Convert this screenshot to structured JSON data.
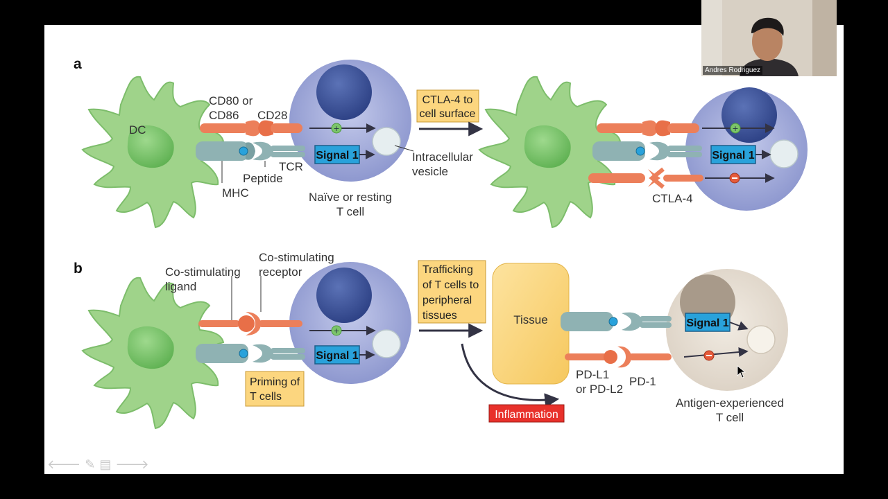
{
  "panel_a": {
    "letter": "a",
    "dc_label": "DC",
    "cd80_line1": "CD80 or",
    "cd80_line2": "CD86",
    "cd28_label": "CD28",
    "mhc_label": "MHC",
    "peptide_label": "Peptide",
    "tcr_label": "TCR",
    "signal1_label": "Signal 1",
    "naive_line1": "Naïve or resting",
    "naive_line2": "T cell",
    "vesicle_line1": "Intracellular",
    "vesicle_line2": "vesicle",
    "ctla_box_line1": "CTLA-4 to",
    "ctla_box_line2": "cell surface",
    "ctla4_label": "CTLA-4",
    "signal1_right": "Signal 1"
  },
  "panel_b": {
    "letter": "b",
    "costim_ligand_line1": "Co-stimulating",
    "costim_ligand_line2": "ligand",
    "costim_receptor_line1": "Co-stimulating",
    "costim_receptor_line2": "receptor",
    "signal1_label": "Signal 1",
    "priming_line1": "Priming of",
    "priming_line2": "T cells",
    "traffic_line1": "Trafficking",
    "traffic_line2": "of T cells to",
    "traffic_line3": "peripheral",
    "traffic_line4": "tissues",
    "tissue_label": "Tissue",
    "inflammation_label": "Inflammation",
    "pdl_line1": "PD-L1",
    "pdl_line2": "or PD-L2",
    "pd1_label": "PD-1",
    "signal1_right": "Signal 1",
    "antigen_line1": "Antigen-experienced",
    "antigen_line2": "T cell"
  },
  "webcam": {
    "name": "Andres Rodriguez"
  },
  "nav": {
    "prev": "🡐",
    "pen": "✎",
    "menu": "▤",
    "next": "🡒"
  },
  "colors": {
    "dc_green": "#9fd38a",
    "nucleus_green": "#78c46a",
    "tcell_blue": "#a4acd6",
    "nucleus_blue": "#3e5599",
    "orange": "#ec7f5a",
    "teal": "#8fb2b3",
    "signal_blue": "#29a2db",
    "yellow_box": "#fcd67f",
    "inflammation_red": "#e8312b"
  }
}
